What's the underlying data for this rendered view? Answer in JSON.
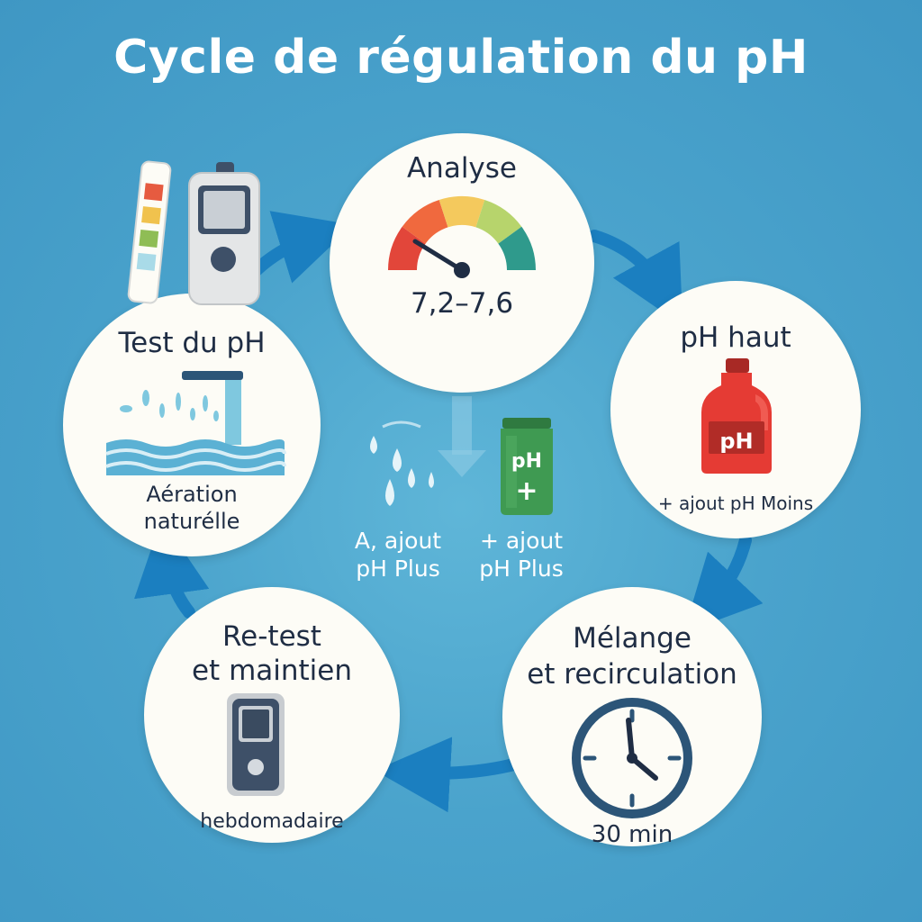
{
  "title": "Cycle de régulation du pH",
  "colors": {
    "background": "#4aa3cc",
    "node_fill": "#fdfcf6",
    "arrow": "#1b7fc0",
    "text": "#1f2d44",
    "ph_moins_bottle": "#e53b34",
    "ph_plus_bag": "#3f9a52"
  },
  "steps": {
    "analyse": {
      "title": "Analyse",
      "range": "7,2–7,6",
      "icon": "gauge-icon"
    },
    "ph_haut": {
      "title": "pH haut",
      "bottle_label": "pH",
      "action": "+ ajout pH Moins",
      "icon": "bottle-icon"
    },
    "melange": {
      "title_line1": "Mélange",
      "title_line2": "et recirculation",
      "duration": "30 min",
      "icon": "clock-icon"
    },
    "retest": {
      "title_line1": "Re-test",
      "title_line2": "et maintien",
      "frequency": "hebdomadaire",
      "icon": "ph-meter-icon"
    },
    "test": {
      "title": "Test du pH",
      "caption_line1": "Aération",
      "caption_line2": "naturélle",
      "icon": "aeration-icon"
    }
  },
  "center": {
    "left_line1": "A, ajout",
    "left_line2": "pH Plus",
    "right_line1": "+ ajout",
    "right_line2": "pH Plus",
    "bag_label": "pH",
    "bag_symbol": "+"
  }
}
